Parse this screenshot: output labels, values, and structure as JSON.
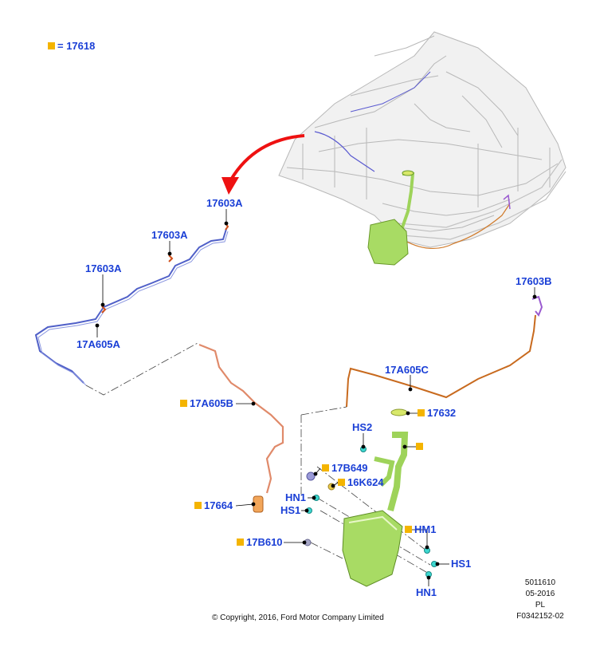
{
  "legend": {
    "text": "= 17618"
  },
  "labels": {
    "l17603A_1": "17603A",
    "l17603A_2": "17603A",
    "l17603A_3": "17603A",
    "l17A605A": "17A605A",
    "l17603B": "17603B",
    "l17A605C": "17A605C",
    "l17A605B": "17A605B",
    "l17632": "17632",
    "lHS2": "HS2",
    "l17B649": "17B649",
    "l16K624": "16K624",
    "lHN1a": "HN1",
    "lHS1a": "HS1",
    "l17664": "17664",
    "lHM1": "HM1",
    "l17B610": "17B610",
    "lHS1b": "HS1",
    "lHN1b": "HN1"
  },
  "footer": {
    "copyright": "© Copyright, 2016, Ford Motor Company Limited",
    "code1": "5011610",
    "code2": "05-2016",
    "code3": "PL",
    "code4": "F0342152-02"
  }
}
